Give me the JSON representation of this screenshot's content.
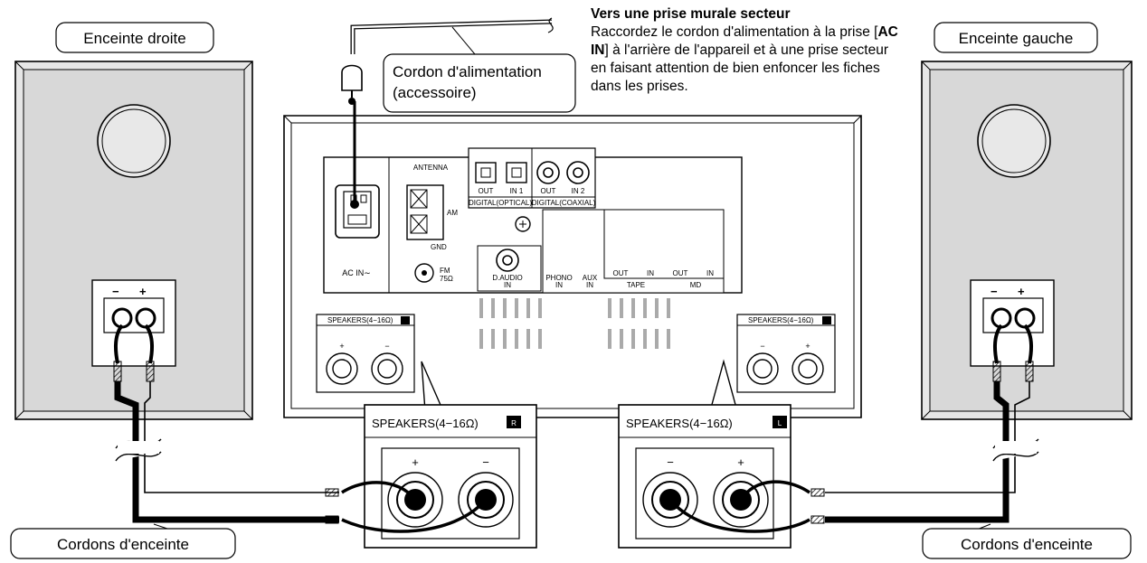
{
  "labels": {
    "right_speaker": "Enceinte droite",
    "left_speaker": "Enceinte gauche",
    "power_cord_line1": "Cordon d'alimentation",
    "power_cord_line2": "(accessoire)",
    "speaker_cords_left": "Cordons d'enceinte",
    "speaker_cords_right": "Cordons d'enceinte"
  },
  "note": {
    "heading": "Vers une prise murale secteur",
    "text_before": "Raccordez le cordon d'alimentation à la prise [",
    "bold": "AC IN",
    "text_after": "] à l'arrière de l'appareil et à une prise secteur en faisant attention de bien enfoncer les fiches dans les prises."
  },
  "panel": {
    "antenna": "ANTENNA",
    "am": "AM",
    "gnd": "GND",
    "fm": "FM",
    "fm_ohm": "75Ω",
    "ac_in": "AC IN∼",
    "out1": "OUT",
    "in1": "IN 1",
    "out2": "OUT",
    "in2": "IN 2",
    "digital_optical": "DIGITAL(OPTICAL)",
    "digital_coaxial": "DIGITAL(COAXIAL)",
    "d_audio1": "D.AUDIO",
    "d_audio2": "IN",
    "phono1": "PHONO",
    "phono2": "IN",
    "aux1": "AUX",
    "aux2": "IN",
    "tape_out": "OUT",
    "tape_in": "IN",
    "md_out": "OUT",
    "md_in": "IN",
    "tape": "TAPE",
    "md": "MD",
    "ch_l": "L",
    "ch_r": "R",
    "spk_r_small": "SPEAKERS(4−16Ω)",
    "spk_l_small": "SPEAKERS(4−16Ω)",
    "spk_r_big": "SPEAKERS(4−16Ω)",
    "spk_l_big": "SPEAKERS(4−16Ω)",
    "plus": "+",
    "minus": "−"
  }
}
